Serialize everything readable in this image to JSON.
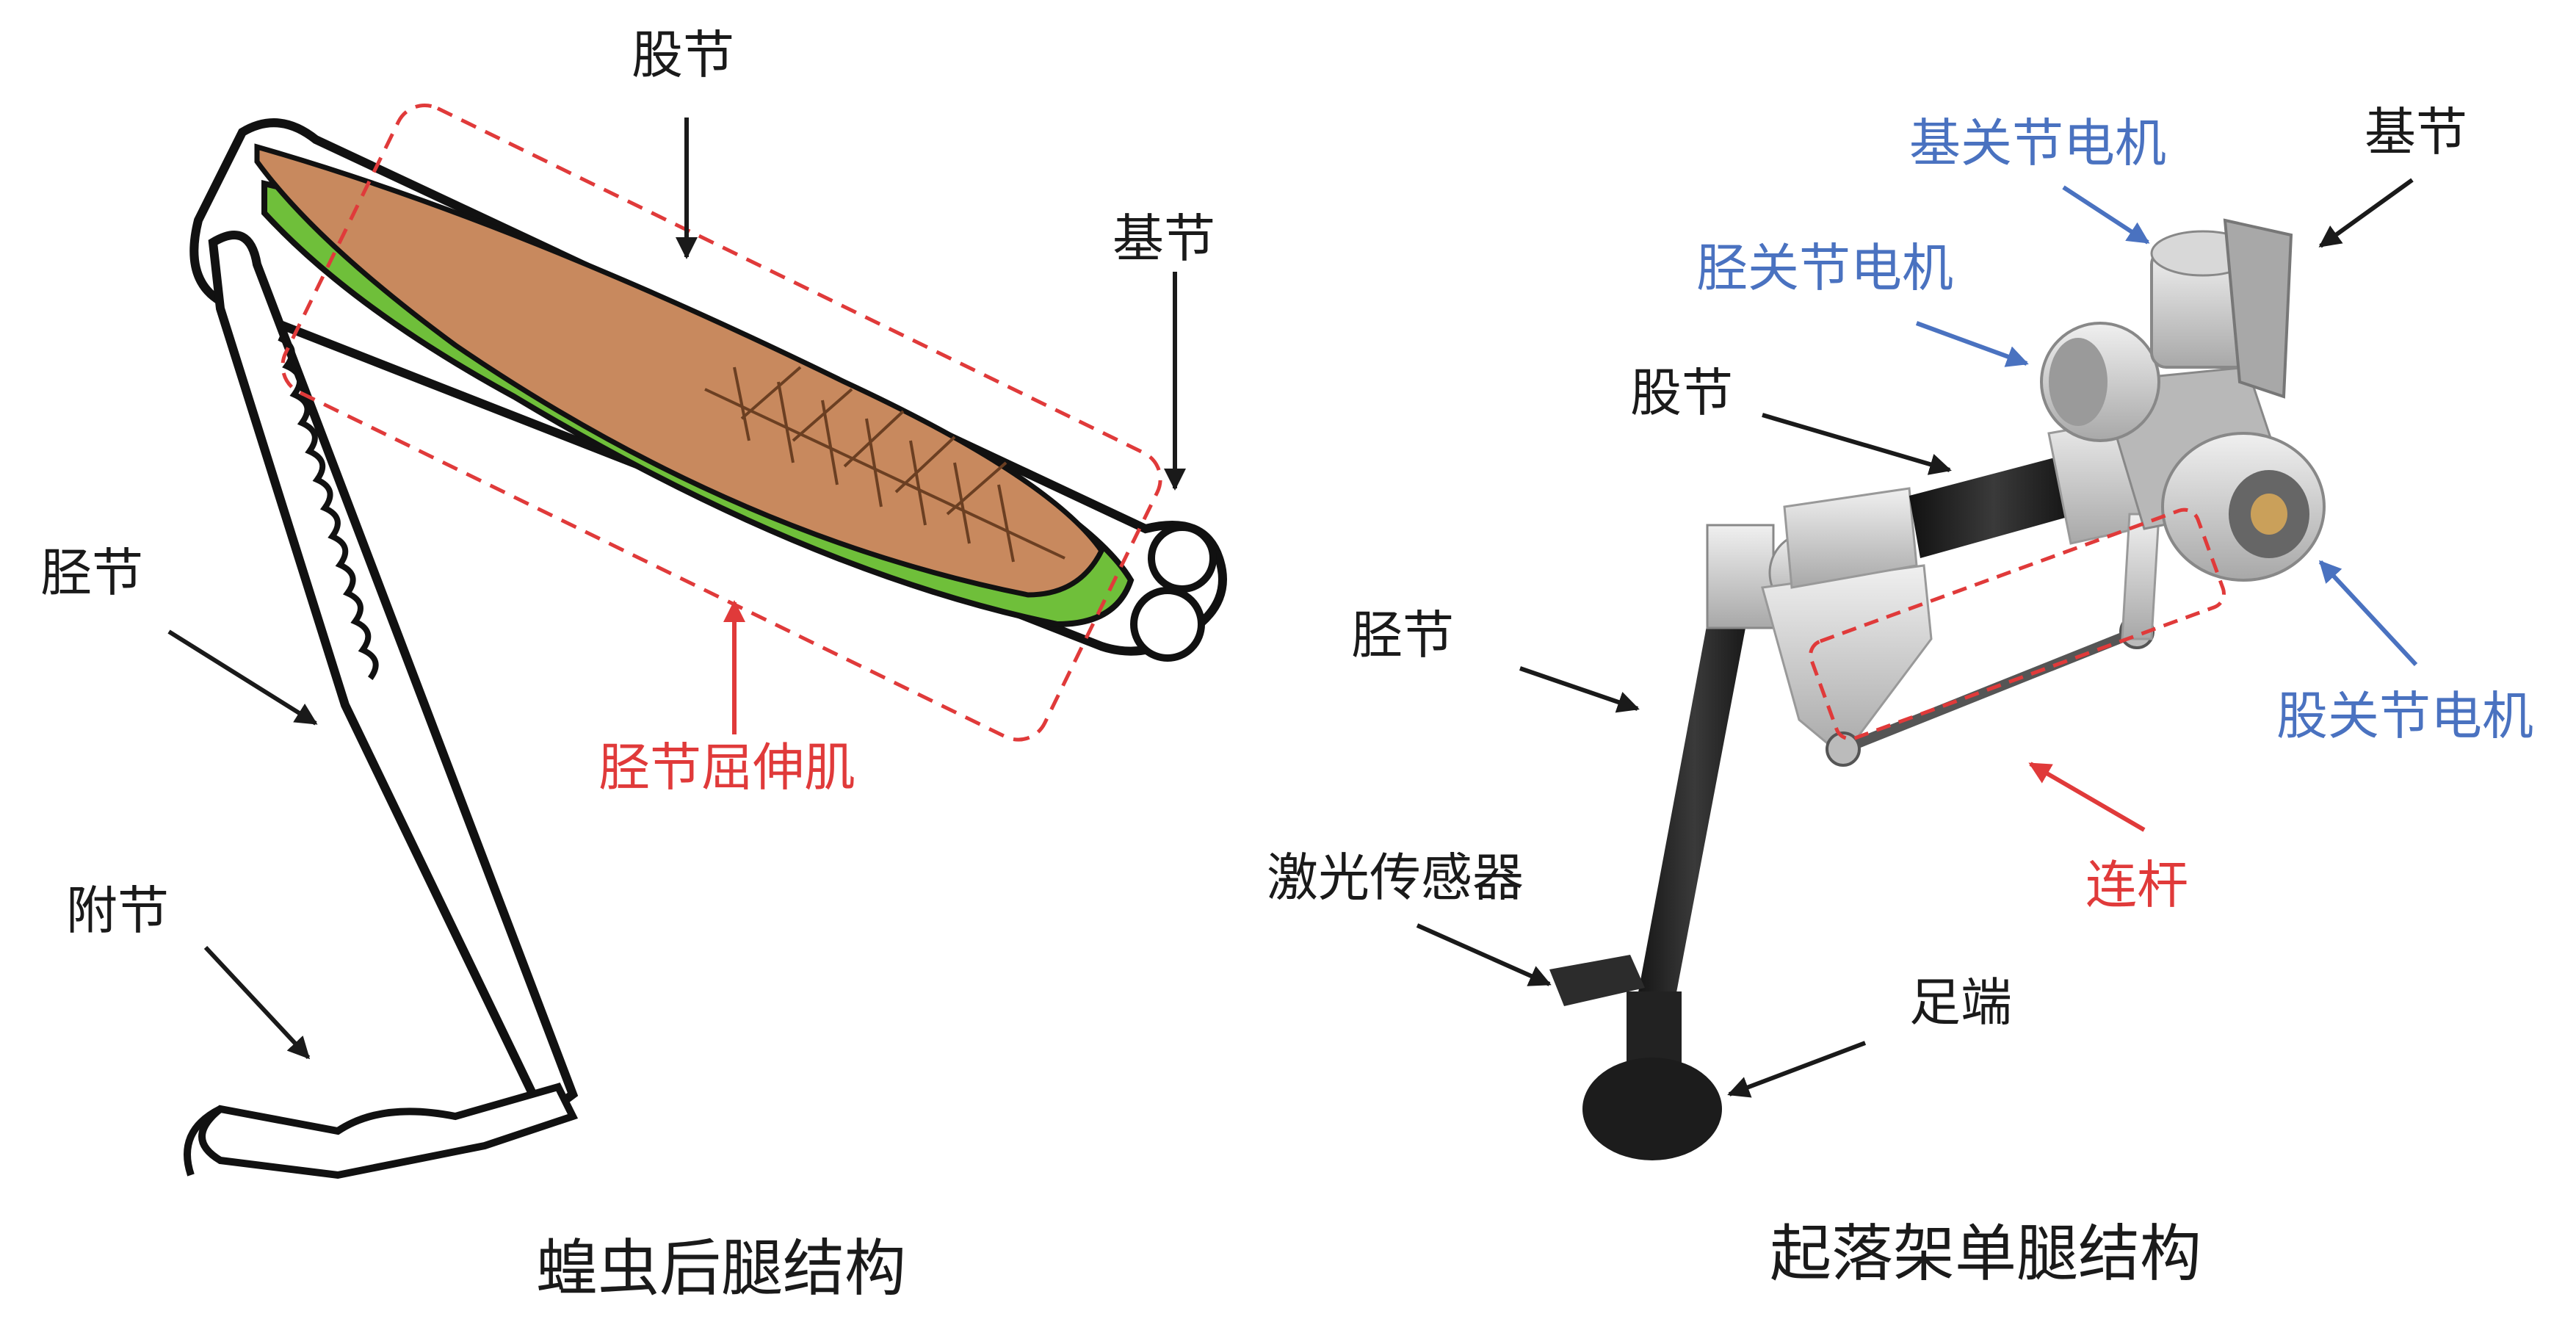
{
  "left_panel": {
    "caption": "蝗虫后腿结构",
    "labels": {
      "femur": "股节",
      "coxa": "基节",
      "tibia": "胫节",
      "tarsus": "附节",
      "muscle": "胫节屈伸肌"
    }
  },
  "right_panel": {
    "caption": "起落架单腿结构",
    "labels": {
      "coxa_motor": "基关节电机",
      "coxa": "基节",
      "tibia_motor": "胫关节电机",
      "femur": "股节",
      "tibia": "胫节",
      "femur_motor": "股关节电机",
      "linkage": "连杆",
      "laser_sensor": "激光传感器",
      "foot": "足端"
    }
  },
  "colors": {
    "label_black": "#1a1a1a",
    "label_red": "#e03a3a",
    "label_blue": "#4a72c0",
    "muscle_brown": "#c8895e",
    "muscle_green": "#6fbf3a",
    "carbon_black": "#222222",
    "metal_grey": "#c8c8c8"
  }
}
